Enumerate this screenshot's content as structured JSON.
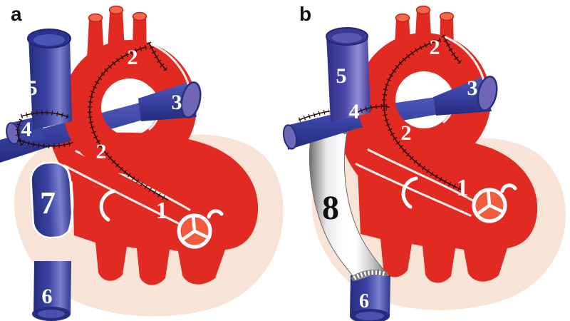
{
  "figure": {
    "title_visible_text": "",
    "panels": [
      {
        "letter": "a",
        "labels": {
          "valve": "1",
          "aorta_suture_upper": "2",
          "aorta_suture_lower": "2",
          "pulmonary_artery": "3",
          "cavopulmonary_anastomosis": "4",
          "superior_vena_cava": "5",
          "inferior_vena_cava": "6",
          "intraatrial_conduit": "7"
        }
      },
      {
        "letter": "b",
        "labels": {
          "valve": "1",
          "aorta_suture_upper": "2",
          "aorta_suture_lower": "2",
          "pulmonary_artery": "3",
          "cavopulmonary_anastomosis": "4",
          "superior_vena_cava": "5",
          "inferior_vena_cava": "6",
          "extracardiac_conduit": "8"
        }
      }
    ],
    "colors": {
      "red": "#e12b22",
      "red_branch_opening": "#f2684a",
      "blue_dark": "#242e7c",
      "blue": "#3a43a4",
      "blue_highlight": "#7b80cc",
      "purple_cut_face": "#6f66b8",
      "pink_pericardium": "#f8e3d7",
      "valve_fill": "#f15b40",
      "conduit_white": "#ffffff",
      "conduit_shadow": "#888888",
      "suture": "#2b0a08",
      "label_white": "#ffffff",
      "label_black": "#111111"
    }
  }
}
